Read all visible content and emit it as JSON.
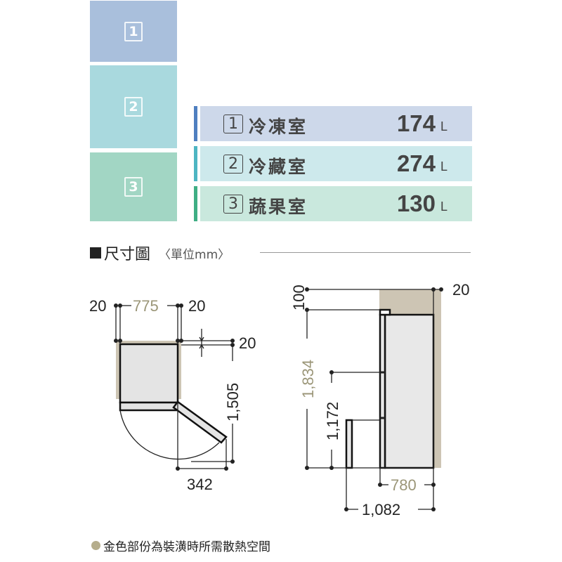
{
  "colors": {
    "freezer": "#a9bfdc",
    "fridge": "#a9d9de",
    "veg": "#a2d6c4",
    "freezer_light": "#cdd8ea",
    "fridge_light": "#cde9ec",
    "veg_light": "#c9e8dd",
    "freezer_bar": "#4f7fc0",
    "fridge_bar": "#4db5c2",
    "veg_bar": "#3fae84",
    "gold": "#cdc5b4",
    "gold_text": "#9b9678"
  },
  "blocks": [
    "1",
    "2",
    "3"
  ],
  "compartments": [
    {
      "num": "1",
      "name": "冷凍室",
      "value": "174",
      "unit": "L"
    },
    {
      "num": "2",
      "name": "冷藏室",
      "value": "274",
      "unit": "L"
    },
    {
      "num": "3",
      "name": "蔬果室",
      "value": "130",
      "unit": "L"
    }
  ],
  "dimension_header": {
    "title": "尺寸圖",
    "unit_label": "〈單位mm〉"
  },
  "top_view": {
    "left_gap": "20",
    "width": "775",
    "right_gap": "20",
    "back_gap": "20",
    "depth_open": "1,505",
    "door_swing": "342"
  },
  "side_view": {
    "top_gap": "100",
    "back_gap": "20",
    "height": "1,834",
    "mid_height": "1,172",
    "depth": "780",
    "depth_open": "1,082"
  },
  "footnote": "金色部份為裝潢時所需散熱空間"
}
